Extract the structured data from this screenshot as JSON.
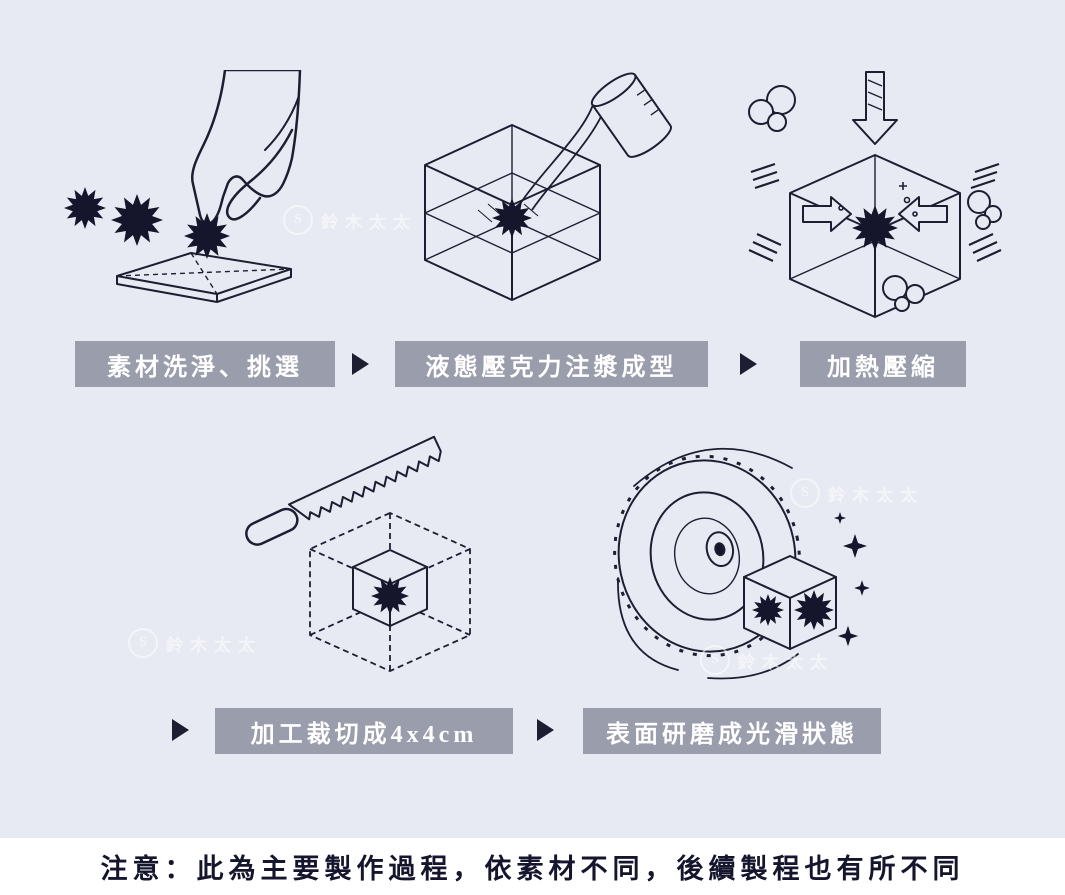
{
  "page": {
    "background": "#e8eaf3",
    "ink": "#1e1e32",
    "label_bg": "#9a9dab",
    "label_text": "#ffffff",
    "note_bg": "#ffffff",
    "note_text_color": "#15152e"
  },
  "steps": [
    {
      "id": 1,
      "label": "素材洗淨、挑選",
      "illustration": "hand-picking-spiky-materials"
    },
    {
      "id": 2,
      "label": "液態壓克力注漿成型",
      "illustration": "acrylic-pouring-into-tank"
    },
    {
      "id": 3,
      "label": "加熱壓縮",
      "illustration": "heat-compression-cube"
    },
    {
      "id": 4,
      "label": "加工裁切成4x4cm",
      "illustration": "saw-cutting-cube"
    },
    {
      "id": 5,
      "label": "表面研磨成光滑狀態",
      "illustration": "surface-polishing-wheel"
    }
  ],
  "note": {
    "text": "注意：此為主要製作過程，依素材不同，後續製程也有所不同"
  },
  "watermark": {
    "text": "鈴木太太",
    "logo": "S"
  }
}
